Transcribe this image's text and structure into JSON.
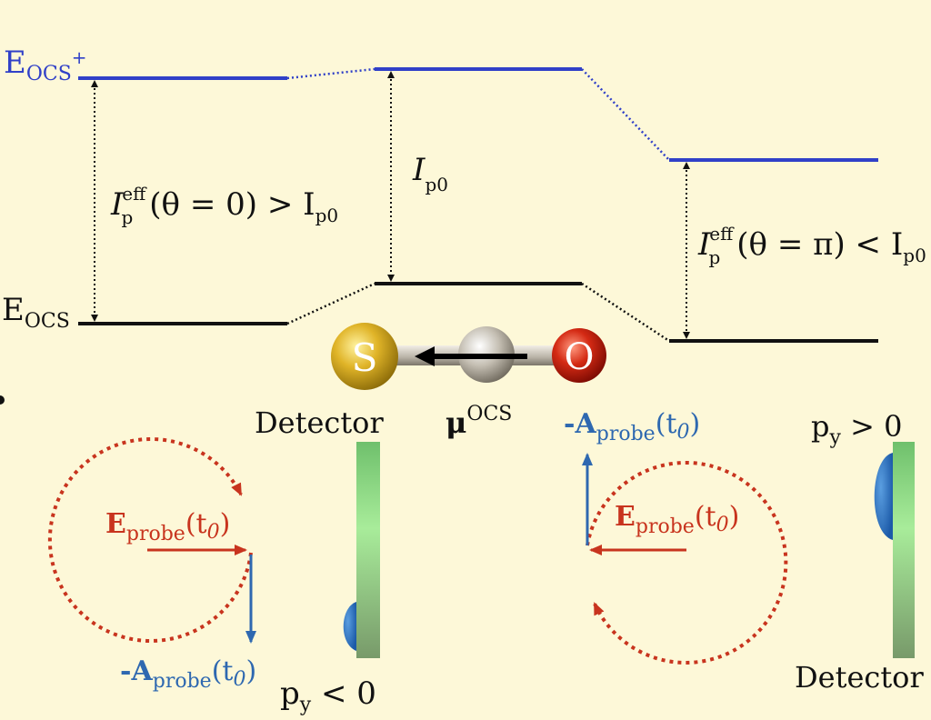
{
  "energy_diagram": {
    "cation_label": {
      "main": "E",
      "sub": "OCS",
      "sup": "+"
    },
    "neutral_label": {
      "main": "E",
      "sub": "OCS"
    },
    "left_gap": {
      "main": "I",
      "sub": "p",
      "sup": "eff",
      "relation": "(θ = 0) > I",
      "rel_sub": "p0"
    },
    "center_gap": {
      "main": "I",
      "sub": "p0"
    },
    "right_gap": {
      "main": "I",
      "sub": "p",
      "sup": "eff",
      "relation": "(θ = π) < I",
      "rel_sub": "p0"
    }
  },
  "molecule": {
    "atom_s": "S",
    "atom_o": "O",
    "dipole": {
      "main": "μ",
      "sup": "OCS"
    }
  },
  "left_panel": {
    "detector_label": "Detector",
    "e_field": {
      "main": "E",
      "sub": "probe",
      "arg": "(t",
      "arg_sub": "0",
      "close": ")"
    },
    "a_field": {
      "main": "-A",
      "sub": "probe",
      "arg": "(t",
      "arg_sub": "0",
      "close": ")"
    },
    "momentum": {
      "main": "p",
      "sub": "y",
      "rel": " < 0"
    }
  },
  "right_panel": {
    "detector_label": "Detector",
    "e_field": {
      "main": "E",
      "sub": "probe",
      "arg": "(t",
      "arg_sub": "0",
      "close": ")"
    },
    "a_field": {
      "main": "-A",
      "sub": "probe",
      "arg": "(t",
      "arg_sub": "0",
      "close": ")"
    },
    "momentum": {
      "main": "p",
      "sub": "y",
      "rel": " > 0"
    }
  },
  "colors": {
    "background": "#fdf8d8",
    "cation_level": "#3040c8",
    "neutral_level": "#111111",
    "e_field": "#c8341e",
    "a_field": "#2e68b0",
    "sulfur": "#d8b020",
    "oxygen": "#d02010",
    "carbon": "#bdb6a8",
    "detector": "#8ed88a"
  }
}
